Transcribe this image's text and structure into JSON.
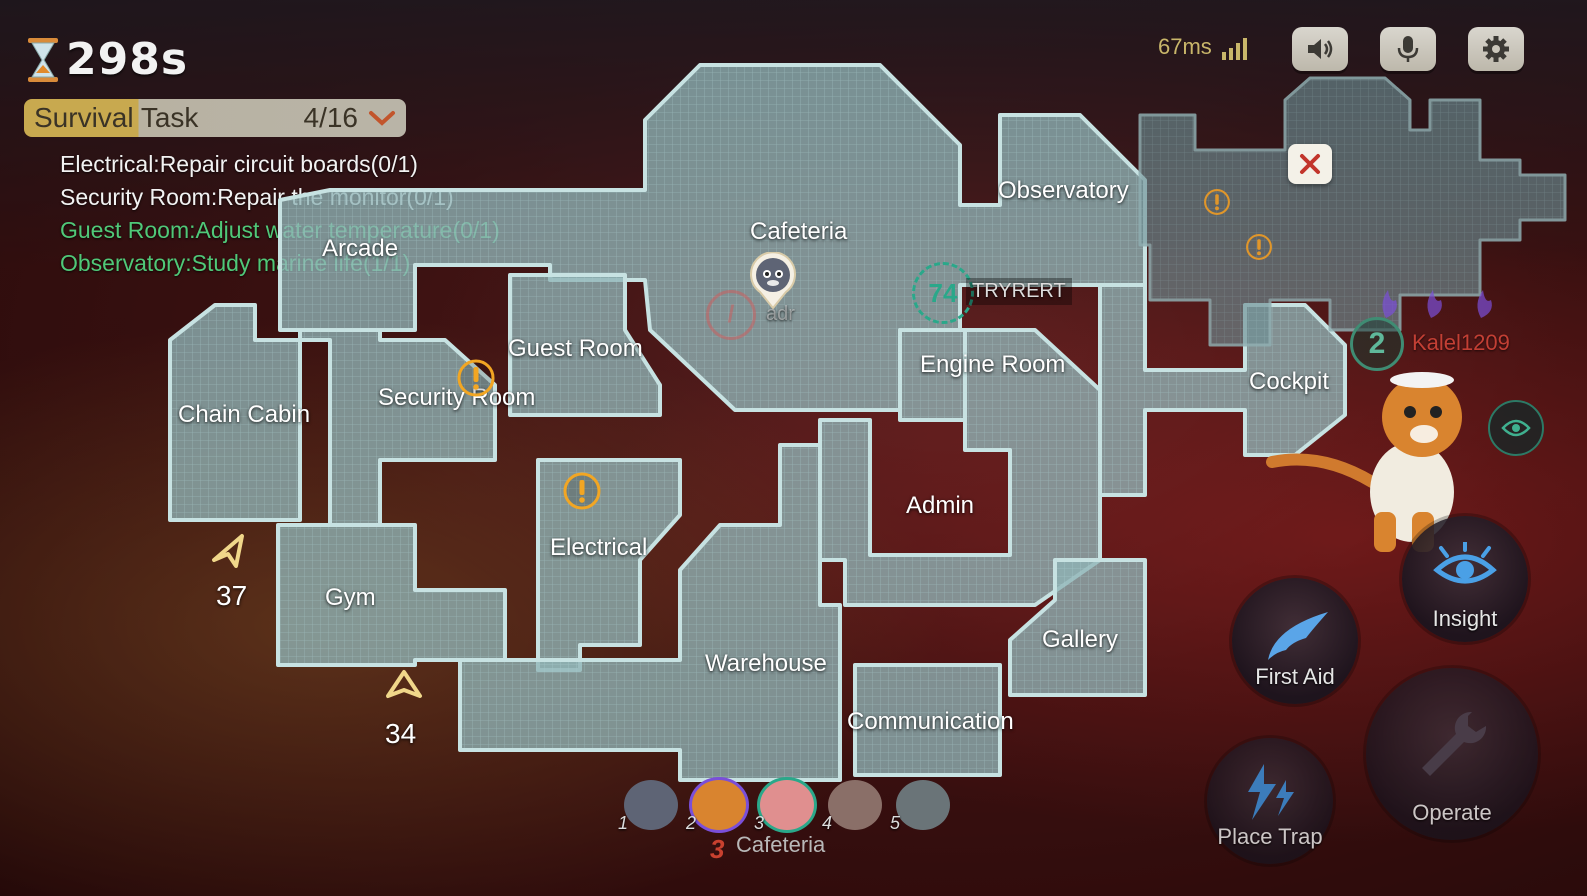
{
  "timer": {
    "value": "298s",
    "icon": "hourglass-icon"
  },
  "survival": {
    "title": "Survival Task",
    "count": "4/16"
  },
  "tasks": [
    {
      "text": "Electrical:Repair circuit boards(0/1)",
      "state": "pending"
    },
    {
      "text": "Security Room:Repair the monitor(0/1)",
      "state": "pending"
    },
    {
      "text": "Guest Room:Adjust water temperature(0/1)",
      "state": "done"
    },
    {
      "text": "Observatory:Study marine life(1/1)",
      "state": "done"
    }
  ],
  "network": {
    "ping": "67ms",
    "signal_bars": 4
  },
  "controls": {
    "sound": "speaker-icon",
    "mic": "microphone-icon",
    "settings": "gear-icon"
  },
  "map": {
    "rooms": {
      "cafeteria": "Cafeteria",
      "observatory": "Observatory",
      "arcade": "Arcade",
      "guest_room": "Guest Room",
      "security_room": "Security Room",
      "chain_cabin": "Chain Cabin",
      "engine_room": "Engine Room",
      "cockpit": "Cockpit",
      "admin": "Admin",
      "electrical": "Electrical",
      "gym": "Gym",
      "warehouse": "Warehouse",
      "gallery": "Gallery",
      "communication": "Communication"
    },
    "markers": {
      "distance_a": "37",
      "distance_b": "34"
    }
  },
  "players": {
    "self_name": "adr",
    "other_name": "TRYRERT",
    "other_timer": "74",
    "right_name": "Kalel1209",
    "right_badge": "2"
  },
  "actions": {
    "insight": "Insight",
    "first_aid": "First Aid",
    "place_trap": "Place Trap",
    "operate": "Operate"
  },
  "team": {
    "slots": [
      "1",
      "2",
      "3",
      "4",
      "5"
    ],
    "location_number": "3",
    "location_name": "Cafeteria"
  },
  "colors": {
    "map_fill": "#8fb3b6",
    "map_stroke": "#c7e2e2",
    "alert": "#f2a623",
    "task_done": "#50c878",
    "accent_gold": "#c8a94f"
  }
}
